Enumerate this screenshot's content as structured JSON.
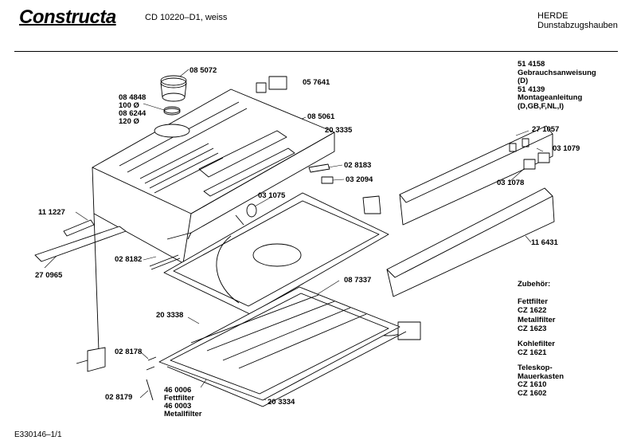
{
  "header": {
    "brand": "Constructa",
    "model": "CD 10220–D1, weiss",
    "category_line1": "HERDE",
    "category_line2": "Dunstabzugshauben"
  },
  "footer": {
    "doc_id": "E330146–1/1"
  },
  "documents": {
    "line1": "51 4158",
    "line2": "Gebrauchsanweisung",
    "line3": "(D)",
    "line4": "51 4139",
    "line5": "Montageanleitung",
    "line6": "(D,GB,F,NL,I)"
  },
  "accessories": {
    "heading": "Zubehör:",
    "fett1": "Fettfilter",
    "fett2": "CZ 1622",
    "metall1": "Metallfilter",
    "metall2": "CZ 1623",
    "kohle1": "Kohlefilter",
    "kohle2": "CZ 1621",
    "tele1": "Teleskop-",
    "tele2": "Mauerkasten",
    "tele3": "CZ 1610",
    "tele4": "CZ 1602"
  },
  "parts": {
    "p085072": "08 5072",
    "p084848": "08 4848",
    "d100": "100 Ø",
    "p086244": "08 6244",
    "d120": "120 Ø",
    "p057641": "05 7641",
    "p085061": "08 5061",
    "p203335": "20 3335",
    "p028183": "02 8183",
    "p032094": "03 2094",
    "p031075": "03 1075",
    "p111227": "11 1227",
    "p270965": "27 0965",
    "p028182": "02 8182",
    "p087337": "08 7337",
    "p203338": "20 3338",
    "p028178": "02 8178",
    "p460006": "46 0006",
    "fettfilter": "Fettfilter",
    "p460003": "46 0003",
    "metallfilter": "Metallfilter",
    "p028179": "02 8179",
    "p203334": "20 3334",
    "p271057": "27 1057",
    "p031079": "03 1079",
    "p031078": "03 1078",
    "p116431": "11 6431"
  }
}
